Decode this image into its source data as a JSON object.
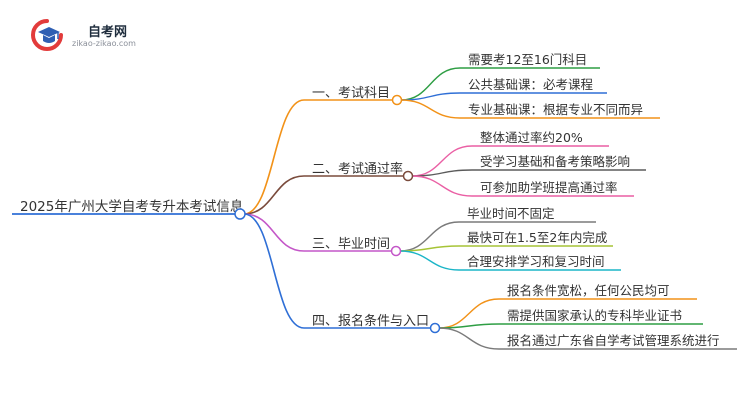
{
  "logo": {
    "name": "自考网",
    "url_text": "zikao-zikao.com"
  },
  "mindmap": {
    "root": "2025年广州大学自考专升本考试信息",
    "branches": [
      {
        "label": "一、考试科目",
        "color": "#f29218",
        "children": [
          {
            "label": "需要考12至16门科目",
            "color": "#2e9e44"
          },
          {
            "label": "公共基础课：必考课程",
            "color": "#2f6fd6"
          },
          {
            "label": "专业基础课：根据专业不同而异",
            "color": "#f29218"
          }
        ]
      },
      {
        "label": "二、考试通过率",
        "color": "#7a4b3c",
        "children": [
          {
            "label": "整体通过率约20%",
            "color": "#ea5fa4"
          },
          {
            "label": "受学习基础和备考策略影响",
            "color": "#5b5b5b"
          },
          {
            "label": "可参加助学班提高通过率",
            "color": "#ea5fa4"
          }
        ]
      },
      {
        "label": "三、毕业时间",
        "color": "#c457c8",
        "children": [
          {
            "label": "毕业时间不固定",
            "color": "#7a7a7a"
          },
          {
            "label": "最快可在1.5至2年内完成",
            "color": "#a6c436"
          },
          {
            "label": "合理安排学习和复习时间",
            "color": "#1bb5c7"
          }
        ]
      },
      {
        "label": "四、报名条件与入口",
        "color": "#2f6fd6",
        "children": [
          {
            "label": "报名条件宽松，任何公民均可",
            "color": "#f29218"
          },
          {
            "label": "需提供国家承认的专科毕业证书",
            "color": "#2e9e44"
          },
          {
            "label": "报名通过广东省自学考试管理系统进行",
            "color": "#7a7a7a"
          }
        ]
      }
    ]
  }
}
